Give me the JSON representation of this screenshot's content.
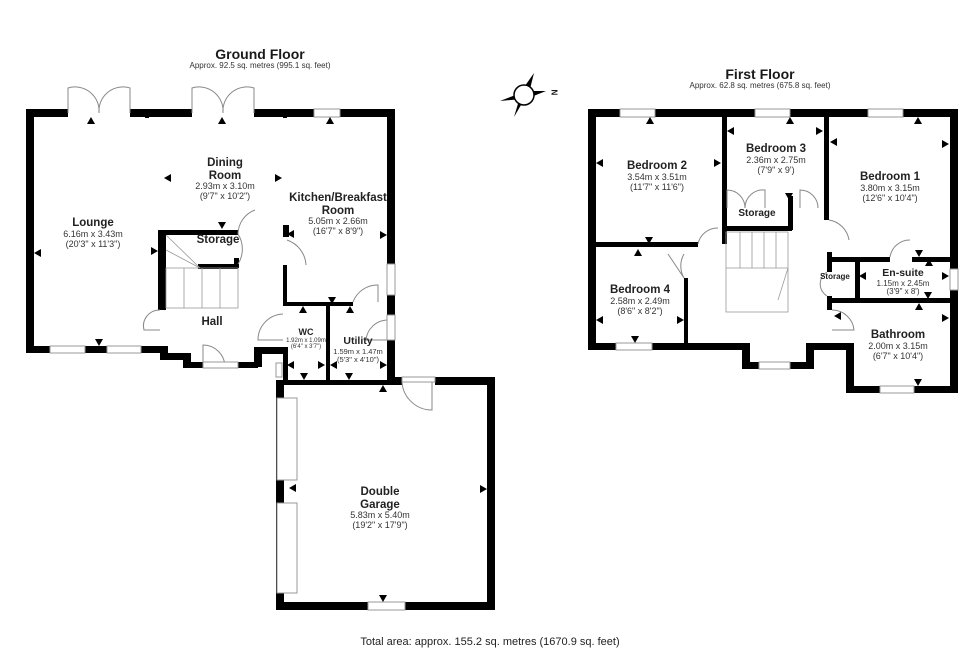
{
  "ground_floor": {
    "title": "Ground Floor",
    "area": "Approx. 92.5 sq. metres (995.1 sq. feet)",
    "rooms": [
      {
        "id": "lounge",
        "name": "Lounge",
        "metric": "6.16m x 3.43m",
        "imperial": "(20'3\" x 11'3\")"
      },
      {
        "id": "dining",
        "name": "Dining\nRoom",
        "metric": "2.93m x 3.10m",
        "imperial": "(9'7\" x 10'2\")"
      },
      {
        "id": "kitchen",
        "name": "Kitchen/Breakfast\nRoom",
        "metric": "5.05m x 2.66m",
        "imperial": "(16'7\" x 8'9\")"
      },
      {
        "id": "storage",
        "name": "Storage",
        "metric": "",
        "imperial": ""
      },
      {
        "id": "hall",
        "name": "Hall",
        "metric": "",
        "imperial": ""
      },
      {
        "id": "wc",
        "name": "WC",
        "metric": "1.92m x 1.09m",
        "imperial": "(6'4\" x 3'7\")"
      },
      {
        "id": "utility",
        "name": "Utility",
        "metric": "1.59m x 1.47m",
        "imperial": "(5'3\" x 4'10\")"
      },
      {
        "id": "garage",
        "name": "Double\nGarage",
        "metric": "5.83m x 5.40m",
        "imperial": "(19'2\" x 17'9\")"
      }
    ]
  },
  "first_floor": {
    "title": "First Floor",
    "area": "Approx. 62.8 sq. metres (675.8 sq. feet)",
    "rooms": [
      {
        "id": "bed2",
        "name": "Bedroom 2",
        "metric": "3.54m x 3.51m",
        "imperial": "(11'7\" x 11'6\")"
      },
      {
        "id": "bed3",
        "name": "Bedroom 3",
        "metric": "2.36m x 2.75m",
        "imperial": "(7'9\" x 9')"
      },
      {
        "id": "bed1",
        "name": "Bedroom 1",
        "metric": "3.80m x 3.15m",
        "imperial": "(12'6\" x 10'4\")"
      },
      {
        "id": "storage_ff",
        "name": "Storage",
        "metric": "",
        "imperial": ""
      },
      {
        "id": "bed4",
        "name": "Bedroom 4",
        "metric": "2.58m x 2.49m",
        "imperial": "(8'6\" x 8'2\")"
      },
      {
        "id": "storage_ff2",
        "name": "Storage",
        "metric": "",
        "imperial": ""
      },
      {
        "id": "ensuite",
        "name": "En-suite",
        "metric": "1.15m x 2.45m",
        "imperial": "(3'9\" x 8')"
      },
      {
        "id": "bathroom",
        "name": "Bathroom",
        "metric": "2.00m x 3.15m",
        "imperial": "(6'7\" x 10'4\")"
      }
    ]
  },
  "compass": {
    "label": "N",
    "icon": "compass-icon"
  },
  "total_area": "Total area: approx. 155.2 sq. metres (1670.9 sq. feet)",
  "colors": {
    "wall": "#000000",
    "window": "#999999",
    "background": "#ffffff",
    "text": "#222222"
  }
}
